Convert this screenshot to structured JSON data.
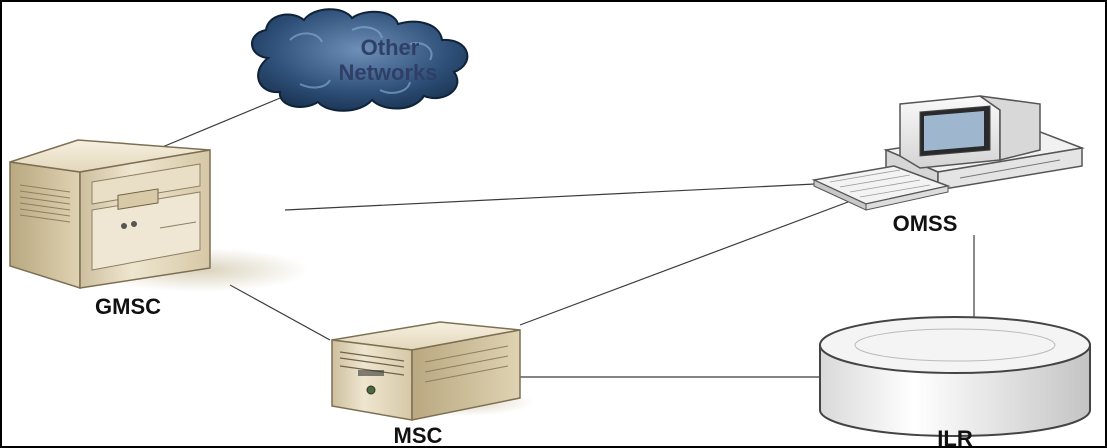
{
  "nodes": {
    "cloud": {
      "line1": "Other",
      "line2": "Networks",
      "icon": "cloud-icon"
    },
    "gmsc": {
      "label": "GMSC",
      "icon": "server-tower-icon"
    },
    "msc": {
      "label": "MSC",
      "icon": "server-icon"
    },
    "omss": {
      "label": "OMSS",
      "icon": "desktop-computer-icon"
    },
    "ilr": {
      "label": "ILR",
      "icon": "database-cylinder-icon"
    }
  },
  "colors": {
    "server_body": "#e8dcc0",
    "server_shadow": "#b8a882",
    "cloud_dark": "#1d3a5c",
    "cloud_light": "#5c7ea8",
    "line": "#3a3a3a",
    "border": "#000000"
  }
}
